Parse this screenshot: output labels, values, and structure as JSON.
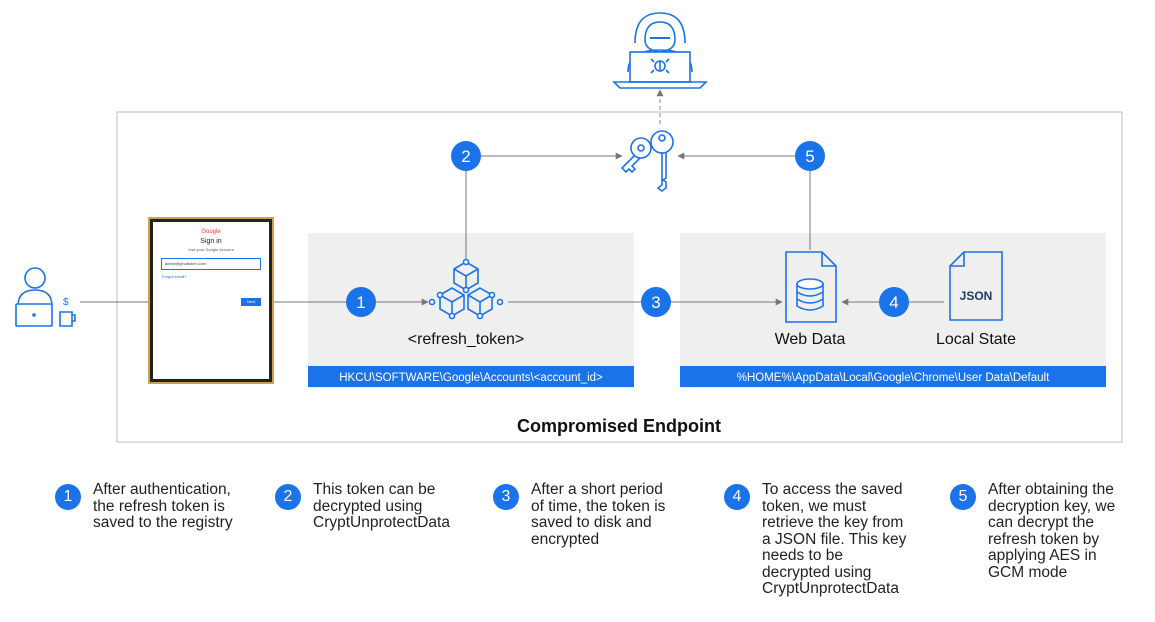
{
  "signin": {
    "brand": "Google",
    "heading": "Sign in",
    "subtitle": "Use your Google Account",
    "email": "admin@prodtoken.com",
    "forgot": "Forgot email?",
    "next": "Next"
  },
  "nodes": {
    "refresh_token": "<refresh_token>",
    "web_data": "Web Data",
    "local_state": "Local State",
    "json_badge": "JSON"
  },
  "paths": {
    "registry": "HKCU\\SOFTWARE\\Google\\Accounts\\<account_id>",
    "disk": "%HOME%\\AppData\\Local\\Google\\Chrome\\User Data\\Default"
  },
  "endpoint_label": "Compromised Endpoint",
  "badges": [
    "1",
    "2",
    "3",
    "4",
    "5"
  ],
  "steps": [
    {
      "num": "1",
      "text": "After authentication,\nthe refresh token is\nsaved to the registry"
    },
    {
      "num": "2",
      "text": "This token can be\ndecrypted using\nCryptUnprotectData"
    },
    {
      "num": "3",
      "text": "After a short period\nof time, the token is\nsaved to disk and\nencrypted"
    },
    {
      "num": "4",
      "text": "To access the saved\ntoken, we must\nretrieve the key from\na JSON file. This key\nneeds to be\ndecrypted using\nCryptUnprotectData"
    },
    {
      "num": "5",
      "text": "After obtaining the\ndecryption key, we\ncan decrypt the\nrefresh token by\napplying AES in\nGCM mode"
    }
  ],
  "colors": {
    "accent": "#1a73e8",
    "panel": "#efefef",
    "stroke": "#1a73e8",
    "line": "#777777"
  }
}
